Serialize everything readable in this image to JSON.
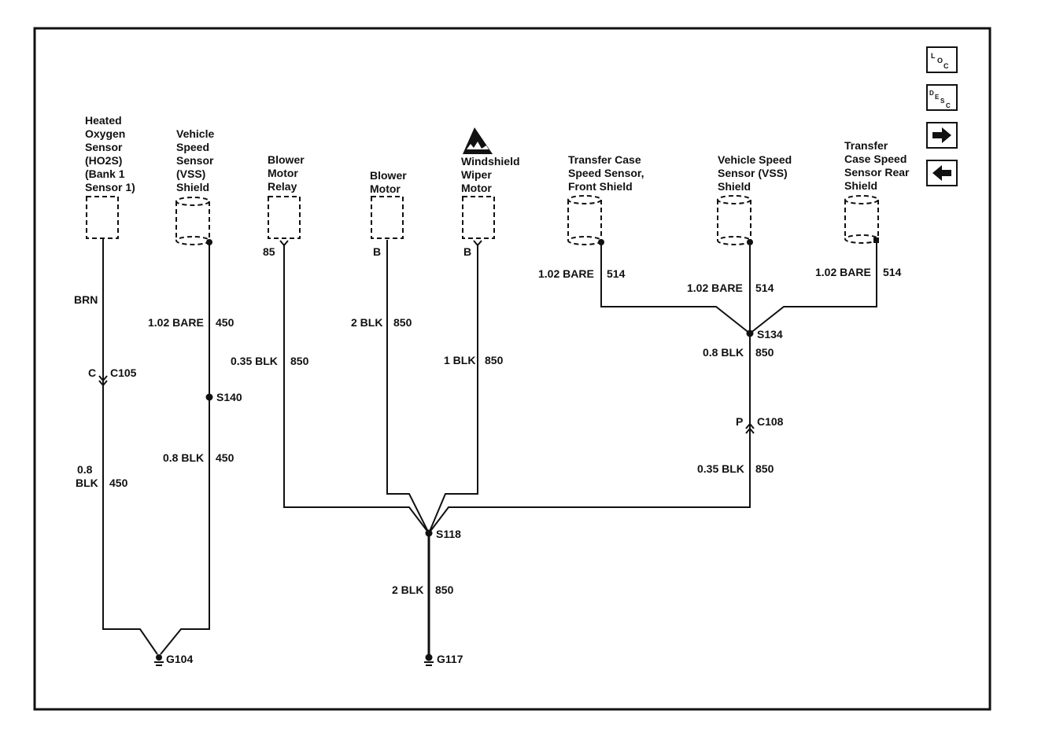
{
  "components": {
    "ho2s": [
      "Heated",
      "Oxygen",
      "Sensor",
      "(HO2S)",
      "(Bank 1",
      "Sensor 1)"
    ],
    "vss_left": [
      "Vehicle",
      "Speed",
      "Sensor",
      "(VSS)",
      "Shield"
    ],
    "blower_relay": [
      "Blower",
      "Motor",
      "Relay"
    ],
    "blower_motor": [
      "Blower",
      "Motor"
    ],
    "wiper_motor": [
      "Windshield",
      "Wiper",
      "Motor"
    ],
    "tc_front": [
      "Transfer Case",
      "Speed Sensor,",
      "Front Shield"
    ],
    "vss_right": [
      "Vehicle Speed",
      "Sensor (VSS)",
      "Shield"
    ],
    "tc_rear": [
      "Transfer",
      "Case Speed",
      "Sensor Rear",
      "Shield"
    ]
  },
  "pins": {
    "relay": "85",
    "blower": "B",
    "wiper": "B"
  },
  "wires": {
    "brn": "BRN",
    "c105_pin": "C",
    "c105": "C105",
    "ho2s_bottom_gauge_1": "0.8",
    "ho2s_bottom_gauge_2": "BLK",
    "ho2s_bottom_circuit": "450",
    "vss_top_gauge": "1.02 BARE",
    "vss_top_circuit": "450",
    "s140": "S140",
    "vss_bottom_gauge": "0.8 BLK",
    "vss_bottom_circuit": "450",
    "relay_gauge": "0.35 BLK",
    "relay_circuit": "850",
    "blower_gauge": "2 BLK",
    "blower_circuit": "850",
    "wiper_gauge": "1 BLK",
    "wiper_circuit": "850",
    "s118": "S118",
    "g117_gauge": "2 BLK",
    "g117_circuit": "850",
    "g104": "G104",
    "g117": "G117",
    "tcf_gauge": "1.02 BARE",
    "tcf_circuit": "514",
    "vssr_gauge": "1.02 BARE",
    "vssr_circuit": "514",
    "tcr_gauge": "1.02 BARE",
    "tcr_circuit": "514",
    "s134": "S134",
    "s134_gauge": "0.8 BLK",
    "s134_circuit": "850",
    "c108_pin": "P",
    "c108": "C108",
    "c108_gauge": "0.35 BLK",
    "c108_circuit": "850"
  },
  "nav": {
    "loc": "LOC",
    "desc": "DESC",
    "next": "right-arrow-icon",
    "prev": "left-arrow-icon"
  }
}
